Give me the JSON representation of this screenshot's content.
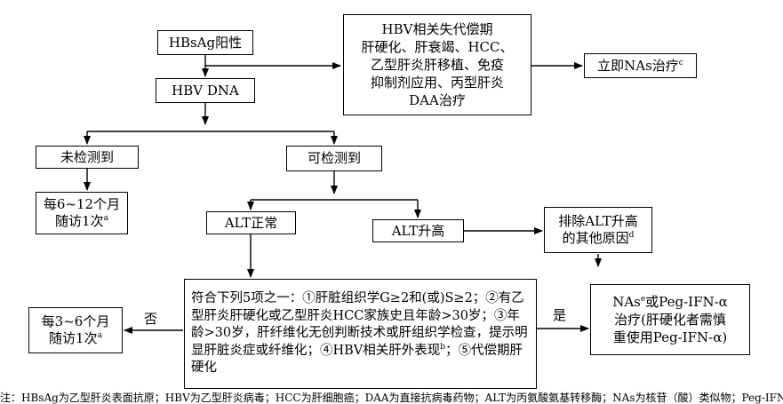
{
  "nodes": {
    "hbsag": "HBsAg阳性",
    "hbv_dna": "HBV DNA",
    "special_pop": "HBV相关失代偿期\n肝硬化、肝衰竭、HCC、\n乙型肝炎肝移植、免疫\n抑制剂应用、丙型肝炎\nDAA治疗",
    "nas_now": "立即NAs治疗",
    "nas_now_sup": "c",
    "undetected": "未检测到",
    "detected": "可检测到",
    "followup_6_12": "每6~12个月\n随访1次",
    "followup_6_12_sup": "a",
    "alt_normal": "ALT正常",
    "alt_high": "ALT升高",
    "exclude_alt": "排除ALT升高\n的其他原因",
    "exclude_alt_sup": "d",
    "criteria_pre": "符合下列5项之一：①肝脏组织学G≥2和(或)S≥2；②有乙型肝炎肝硬化或乙型肝炎HCC家族史且年龄>30岁；③年龄>30岁，肝纤维化无创判断技术或肝组织学检查，提示明显肝脏炎症或纤维化；④HBV相关肝外表现",
    "criteria_sup": "b",
    "criteria_post": "；⑤代偿期肝硬化",
    "followup_3_6": "每3~6个月\n随访1次",
    "followup_3_6_sup": "a",
    "treatment_pre": "NAs",
    "treatment_sup": "e",
    "treatment_post": "或Peg-IFN-α\n治疗(肝硬化者需慎\n重使用Peg-IFN-α)"
  },
  "edge_labels": {
    "no": "否",
    "yes": "是"
  },
  "caption_fragment": "注：HBsAg为乙型肝炎表面抗原；HBV为乙型肝炎病毒；HCC为肝细胞癌；DAA为直接抗病毒药物；ALT为丙氨酸氨基转移酶；NAs为核苷（酸）类似物；Peg-IFN-α为聚乙二醇干扰素α"
}
